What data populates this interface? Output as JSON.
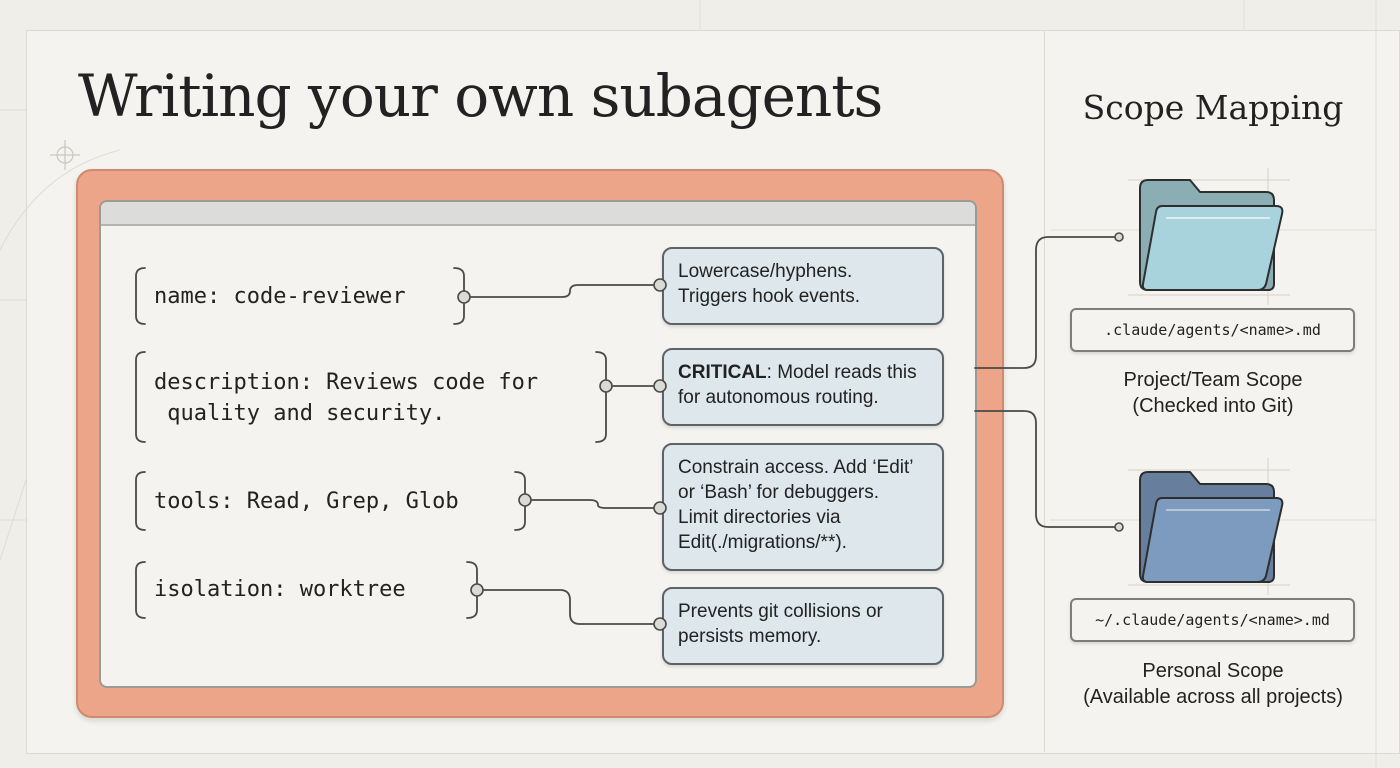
{
  "title": "Writing your own subagents",
  "scope_title": "Scope Mapping",
  "fields": [
    {
      "code": "name: code-reviewer",
      "note_text": "Lowercase/hyphens.\nTriggers hook events."
    },
    {
      "code": "description: Reviews code for\n quality and security.",
      "note_bold": "CRITICAL",
      "note_text": ": Model reads this\nfor autonomous routing."
    },
    {
      "code": "tools: Read, Grep, Glob",
      "note_text": "Constrain access. Add ‘Edit’\nor ‘Bash’ for debuggers.\nLimit directories via\nEdit(./migrations/**)."
    },
    {
      "code": "isolation: worktree",
      "note_text": "Prevents git collisions or\npersists memory."
    }
  ],
  "scopes": [
    {
      "path": ".claude/agents/<name>.md",
      "caption": "Project/Team Scope\n(Checked into Git)",
      "folder_color": "#a9d3dc"
    },
    {
      "path": "~/.claude/agents/<name>.md",
      "caption": "Personal Scope\n(Available across all projects)",
      "folder_color": "#7d9bbf"
    }
  ],
  "colors": {
    "frame": "#eca589",
    "note_bg": "#dee8ec",
    "background": "#efeee9"
  }
}
